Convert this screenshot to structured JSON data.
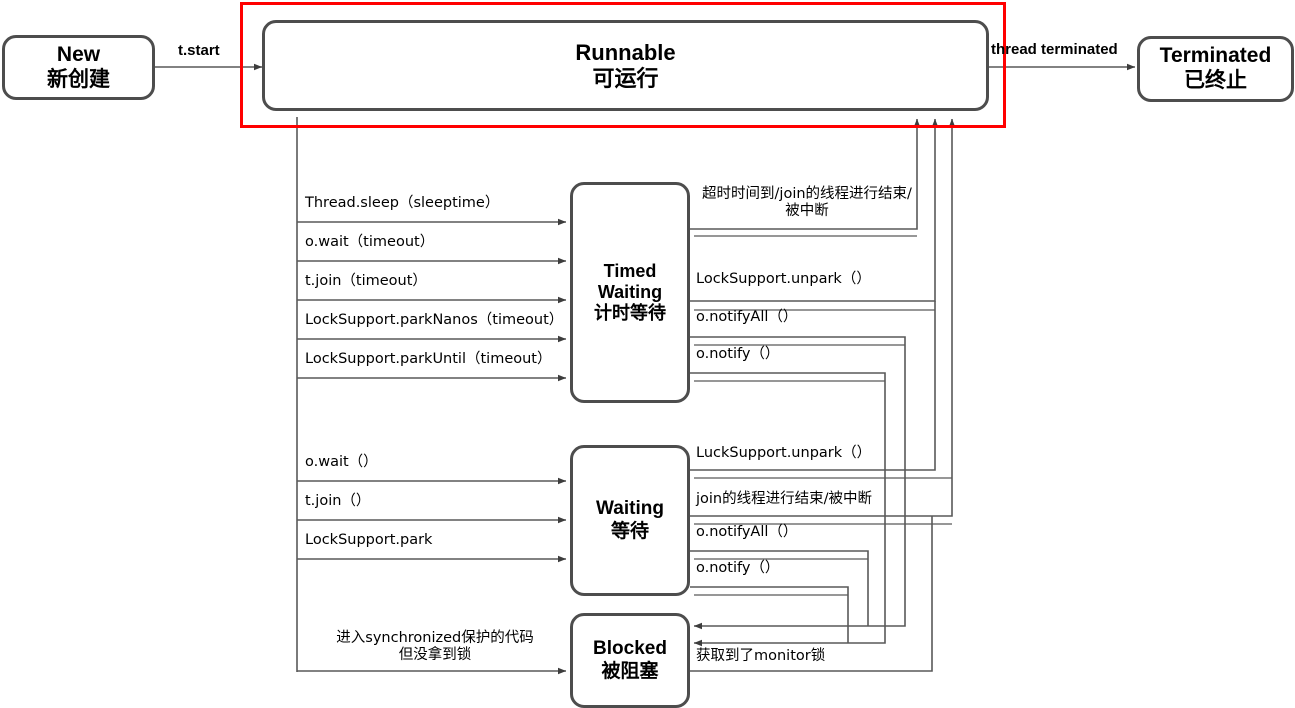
{
  "diagram": {
    "title": "Java Thread State Transition Diagram",
    "highlight_color": "#ff0000",
    "box_border_color": "#4d4d4d",
    "line_color": "#595959"
  },
  "states": {
    "new": {
      "en": "New",
      "zh": "新创建"
    },
    "runnable": {
      "en": "Runnable",
      "zh": "可运行"
    },
    "terminated": {
      "en": "Terminated",
      "zh": "已终止"
    },
    "timed_waiting": {
      "en1": "Timed",
      "en2": "Waiting",
      "zh": "计时等待"
    },
    "waiting": {
      "en": "Waiting",
      "zh": "等待"
    },
    "blocked": {
      "en": "Blocked",
      "zh": "被阻塞"
    }
  },
  "transitions": {
    "start": "t.start",
    "terminated": "thread terminated",
    "to_timed_waiting": [
      "Thread.sleep（sleeptime）",
      "o.wait（timeout）",
      "t.join（timeout）",
      "LockSupport.parkNanos（timeout）",
      "LockSupport.parkUntil（timeout）"
    ],
    "from_timed_waiting": [
      "超时时间到/join的线程进行结束/\n被中断",
      "LockSupport.unpark（）",
      "o.notifyAll（）",
      "o.notify（）"
    ],
    "to_waiting": [
      "o.wait（）",
      "t.join（）",
      "LockSupport.park"
    ],
    "from_waiting": [
      "LuckSupport.unpark（）",
      "join的线程进行结束/被中断",
      "o.notifyAll（）",
      "o.notify（）"
    ],
    "to_blocked": "进入synchronized保护的代码\n但没拿到锁",
    "from_blocked": "获取到了monitor锁"
  }
}
